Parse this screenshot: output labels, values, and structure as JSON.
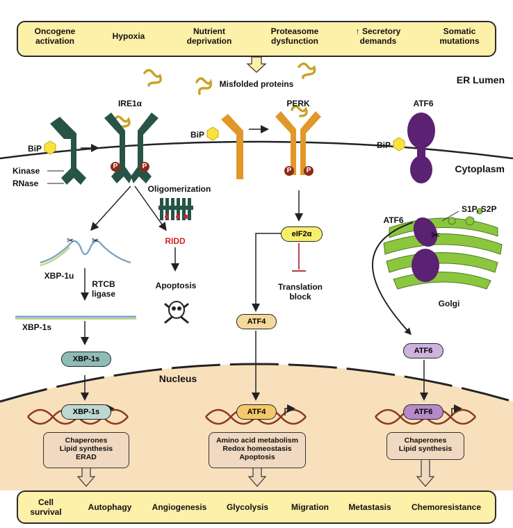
{
  "stress_signals": [
    "Oncogene\nactivation",
    "Hypoxia",
    "Nutrient\ndeprivation",
    "Proteasome\ndysfunction",
    "↑ Secretory\ndemands",
    "Somatic\nmutations"
  ],
  "outcomes": [
    "Cell\nsurvival",
    "Autophagy",
    "Angiogenesis",
    "Glycolysis",
    "Migration",
    "Metastasis",
    "Chemoresistance"
  ],
  "regions": {
    "er_lumen": "ER Lumen",
    "cytoplasm": "Cytoplasm",
    "nucleus": "Nucleus"
  },
  "labels": {
    "misfolded": "Misfolded proteins",
    "ire1": "IRE1α",
    "perk": "PERK",
    "atf6_top": "ATF6",
    "bip1": "BiP",
    "bip2": "BiP",
    "bip3": "BiP",
    "kinase": "Kinase",
    "rnase": "RNase",
    "oligomerization": "Oligomerization",
    "ridd": "RIDD",
    "apoptosis": "Apoptosis",
    "xbp1u": "XBP-1u",
    "rtcb": "RTCB\nligase",
    "xbp1s_mrna": "XBP-1s",
    "xbp1s_protein": "XBP-1s",
    "xbp1s_nuc": "XBP-1s",
    "eif2a": "eIF2α",
    "translation_block": "Translation\nblock",
    "atf4": "ATF4",
    "atf4_nuc": "ATF4",
    "atf6_golgi": "ATF6",
    "s1p_s2p": "S1P, S2P",
    "golgi": "Golgi",
    "atf6_cleaved": "ATF6",
    "atf6_nuc": "ATF6",
    "p": "P"
  },
  "target_genes": {
    "xbp1s": "Chaperones\nLipid synthesis\nERAD",
    "atf4": "Amino acid metabolism\nRedox homeostasis\nApoptosis",
    "atf6": "Chaperones\nLipid synthesis"
  },
  "colors": {
    "box_fill": "#fdf0a8",
    "ire1": "#275447",
    "perk": "#e2972a",
    "atf6": "#5b2172",
    "golgi": "#8cc63f",
    "nucleus": "#f9e0bd",
    "ridd": "#d2232a",
    "gene_box": "#f0d9c0",
    "phospho": "#8b2a1a"
  }
}
